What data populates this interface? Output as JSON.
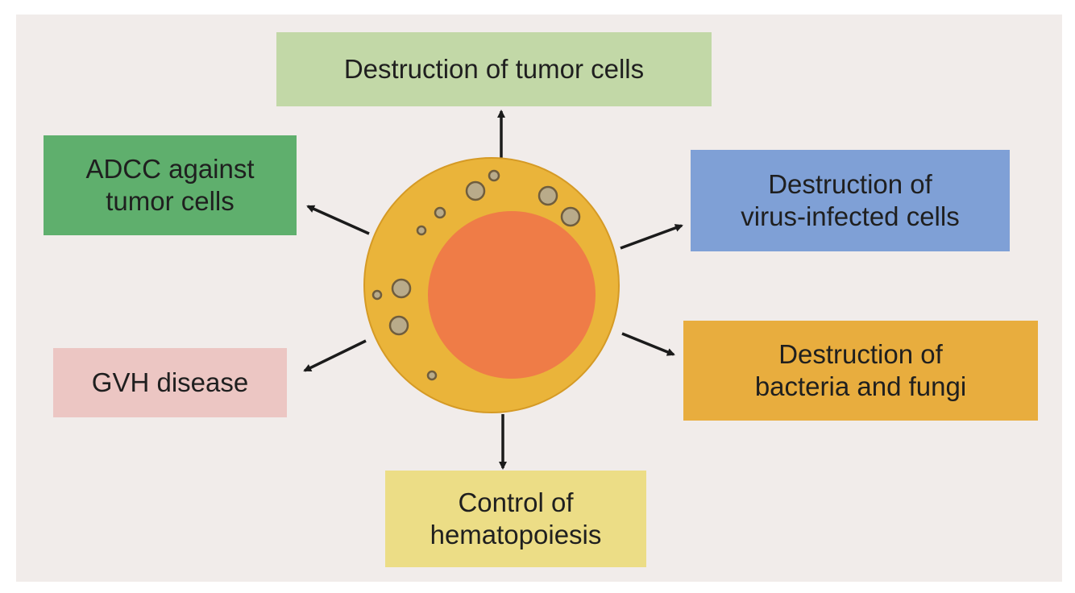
{
  "diagram": {
    "colors": {
      "background": "#f1ecea",
      "cell_outer": "#eab43a",
      "cell_nucleus": "#ef7c47",
      "granule_fill": "#b9ab8a",
      "granule_stroke": "#6f5d3e",
      "arrow": "#1b1b1b"
    },
    "boxes": {
      "tumor": {
        "label": "Destruction of tumor cells",
        "color": "#c2d8a7"
      },
      "adcc": {
        "label": "ADCC against\ntumor cells",
        "color": "#5faf6d"
      },
      "virus": {
        "label": "Destruction of\nvirus-infected cells",
        "color": "#7fa0d6"
      },
      "gvh": {
        "label": "GVH disease",
        "color": "#ecc6c3"
      },
      "bacteria": {
        "label": "Destruction of\nbacteria and fungi",
        "color": "#e8ad3e"
      },
      "hematopoiesis": {
        "label": "Control of\nhematopoiesis",
        "color": "#ecdd86"
      }
    }
  }
}
